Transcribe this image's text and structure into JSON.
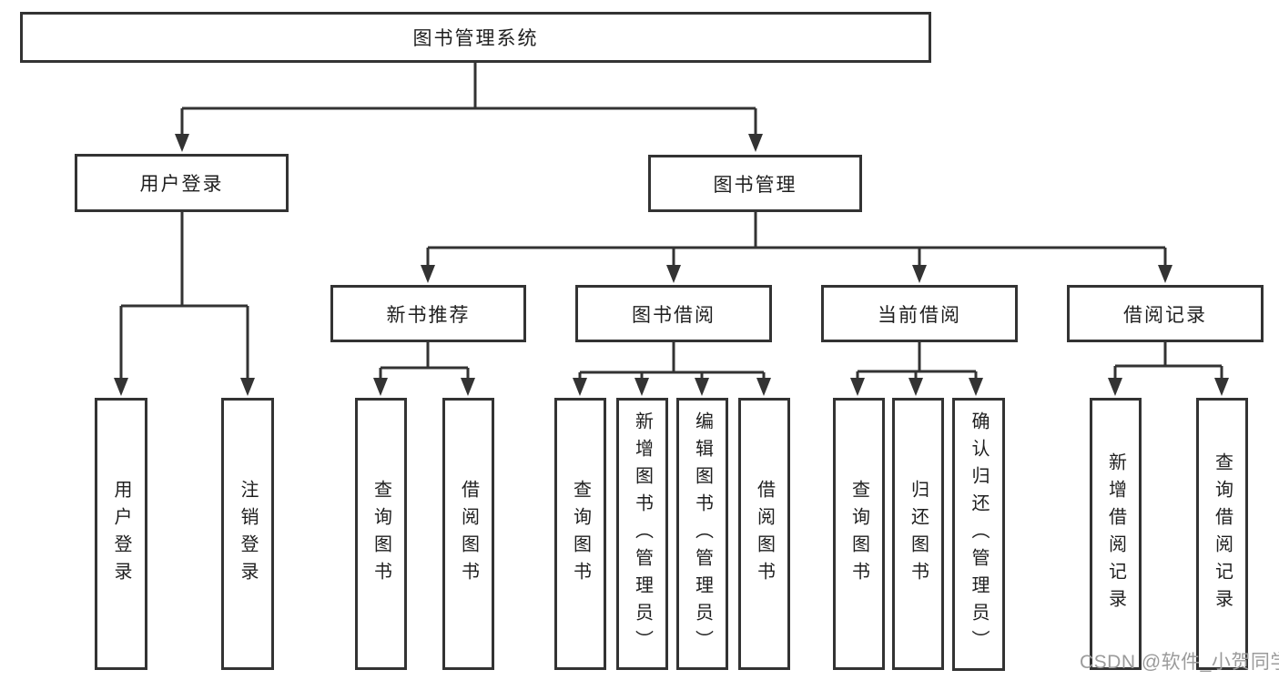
{
  "diagram": {
    "type": "hierarchy-tree",
    "root": {
      "label": "图书管理系统"
    },
    "level2": [
      {
        "label": "用户登录",
        "parent": "图书管理系统"
      },
      {
        "label": "图书管理",
        "parent": "图书管理系统"
      }
    ],
    "level3": [
      {
        "label": "新书推荐",
        "parent": "图书管理"
      },
      {
        "label": "图书借阅",
        "parent": "图书管理"
      },
      {
        "label": "当前借阅",
        "parent": "图书管理"
      },
      {
        "label": "借阅记录",
        "parent": "图书管理"
      }
    ],
    "leaves": [
      {
        "label": "用户登录",
        "parent": "用户登录"
      },
      {
        "label": "注销登录",
        "parent": "用户登录"
      },
      {
        "label": "查询图书",
        "parent": "新书推荐"
      },
      {
        "label": "借阅图书",
        "parent": "新书推荐"
      },
      {
        "label": "查询图书",
        "parent": "图书借阅"
      },
      {
        "label": "新增图书（管理员）",
        "parent": "图书借阅"
      },
      {
        "label": "编辑图书（管理员）",
        "parent": "图书借阅"
      },
      {
        "label": "借阅图书",
        "parent": "图书借阅"
      },
      {
        "label": "查询图书",
        "parent": "当前借阅"
      },
      {
        "label": "归还图书",
        "parent": "当前借阅"
      },
      {
        "label": "确认归还（管理员）",
        "parent": "当前借阅"
      },
      {
        "label": "新增借阅记录",
        "parent": "借阅记录"
      },
      {
        "label": "查询借阅记录",
        "parent": "借阅记录"
      }
    ],
    "watermark": "CSDN @软件_小贺同学",
    "colors": {
      "line": "#333333",
      "text": "#1f1f1f",
      "watermark": "#9b9b9b",
      "background": "#ffffff"
    }
  }
}
